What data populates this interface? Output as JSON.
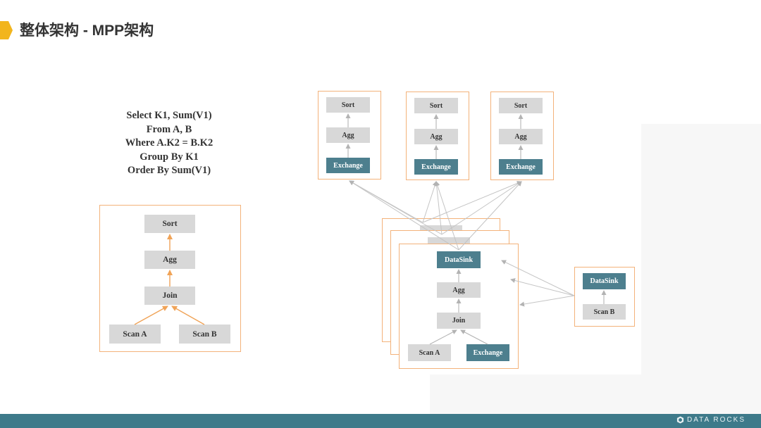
{
  "header": {
    "title": "整体架构 - MPP架构"
  },
  "query": {
    "lines": [
      "Select K1, Sum(V1)",
      "From A, B",
      "Where A.K2 = B.K2",
      "Group By K1",
      "Order By Sum(V1)"
    ]
  },
  "logical_plan": {
    "sort": "Sort",
    "agg": "Agg",
    "join": "Join",
    "scan_a": "Scan A",
    "scan_b": "Scan B"
  },
  "top_fragments": [
    {
      "sort": "Sort",
      "agg": "Agg",
      "exchange": "Exchange"
    },
    {
      "sort": "Sort",
      "agg": "Agg",
      "exchange": "Exchange"
    },
    {
      "sort": "Sort",
      "agg": "Agg",
      "exchange": "Exchange"
    }
  ],
  "middle_fragment": {
    "datasink": "DataSink",
    "agg": "Agg",
    "join": "Join",
    "scan_a": "Scan A",
    "exchange": "Exchange"
  },
  "right_fragment": {
    "datasink": "DataSink",
    "scan_b": "Scan B"
  },
  "footer": {
    "brand": "DATA ROCKS"
  },
  "colors": {
    "accent": "#f2b51d",
    "frame_border": "#f3b27a",
    "exchange_node": "#4d7f8e",
    "node": "#d8d8d8",
    "footer": "#3e7a8a"
  }
}
